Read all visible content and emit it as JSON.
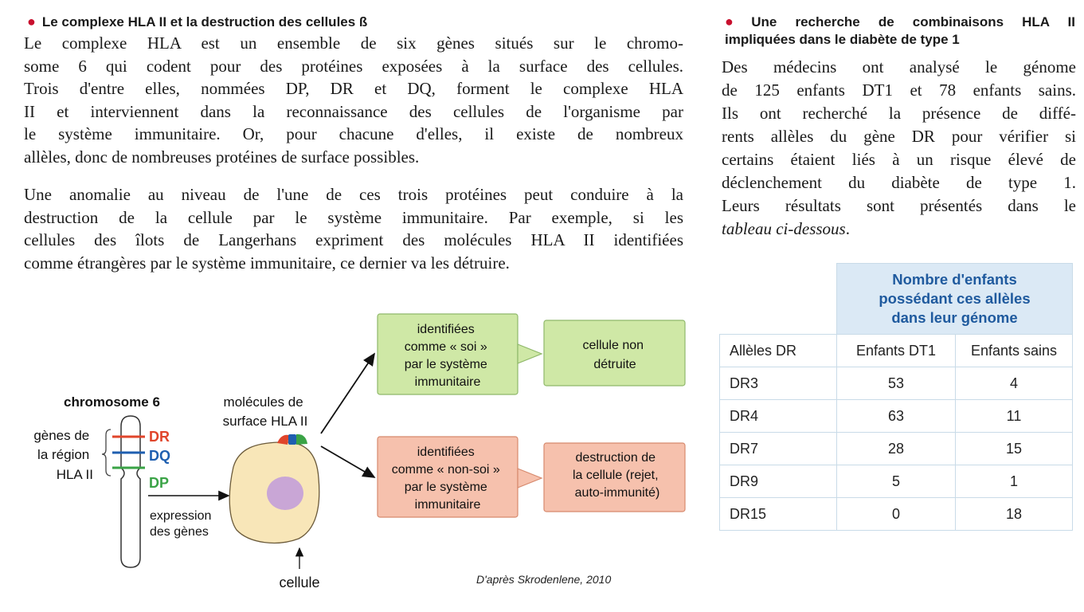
{
  "left": {
    "title": "Le complexe HLA II et la destruction des cellules ß",
    "p1_lines": [
      "Le complexe HLA est un ensemble de six gènes situés sur le chromo-",
      "some 6 qui codent pour des protéines exposées à la surface des cellules.",
      "Trois d'entre elles, nommées DP, DR et DQ, forment le complexe HLA",
      "II et interviennent dans la reconnaissance des cellules de l'organisme par",
      "le système immunitaire. Or, pour chacune d'elles, il existe de nombreux",
      "allèles, donc de nombreuses protéines de surface possibles."
    ],
    "p2_lines": [
      "Une anomalie au niveau de l'une de ces trois protéines peut conduire à la",
      "destruction de la cellule par le système immunitaire. Par exemple, si les",
      "cellules des îlots de Langerhans expriment des molécules HLA II identifiées",
      "comme étrangères par le système immunitaire, ce dernier va les détruire."
    ]
  },
  "diagram": {
    "chromosome_label": "chromosome 6",
    "genes_label": [
      "gènes de",
      "la région",
      "HLA II"
    ],
    "gene_dr": "DR",
    "gene_dq": "DQ",
    "gene_dp": "DP",
    "expression": [
      "expression",
      "des gènes"
    ],
    "molecules": [
      "molécules de",
      "surface HLA II"
    ],
    "cell_label": "cellule",
    "box_self": [
      "identifiées",
      "comme « soi »",
      "par le système",
      "immunitaire"
    ],
    "box_not_destroyed": [
      "cellule non",
      "détruite"
    ],
    "box_nonself": [
      "identifiées",
      "comme « non-soi »",
      "par le système",
      "immunitaire"
    ],
    "box_destruction": [
      "destruction de",
      "la cellule (rejet,",
      "auto-immunité)"
    ],
    "source": "D'après Skrodenlene, 2010",
    "colors": {
      "dr": "#e0452b",
      "dq": "#1f5fb0",
      "dp": "#3aa346",
      "green_box": "#cfe8a6",
      "red_box": "#f6c1ad",
      "cell": "#f8e6b8",
      "nucleus": "#c9a6d6"
    }
  },
  "right": {
    "title_lines": [
      "Une recherche de combinaisons HLA II",
      "impliquées dans le diabète de type 1"
    ],
    "para_lines": [
      "Des médecins ont analysé le génome",
      "de 125 enfants DT1 et 78 enfants sains.",
      "Ils ont recherché la présence de diffé-",
      "rents allèles du gène DR pour vérifier si",
      "certains étaient liés à un risque élevé de",
      "déclenchement du diabète de type 1.",
      "Leurs résultats sont présentés dans le"
    ],
    "para_last_italic": "tableau ci-dessous",
    "para_last_end": "."
  },
  "table": {
    "header_lines": [
      "Nombre d'enfants",
      "possédant ces allèles",
      "dans leur génome"
    ],
    "col_alleles": "Allèles DR",
    "col_dt1": "Enfants DT1",
    "col_sains": "Enfants sains",
    "rows": [
      {
        "allele": "DR3",
        "dt1": "53",
        "sains": "4"
      },
      {
        "allele": "DR4",
        "dt1": "63",
        "sains": "11"
      },
      {
        "allele": "DR7",
        "dt1": "28",
        "sains": "15"
      },
      {
        "allele": "DR9",
        "dt1": "5",
        "sains": "1"
      },
      {
        "allele": "DR15",
        "dt1": "0",
        "sains": "18"
      }
    ]
  }
}
